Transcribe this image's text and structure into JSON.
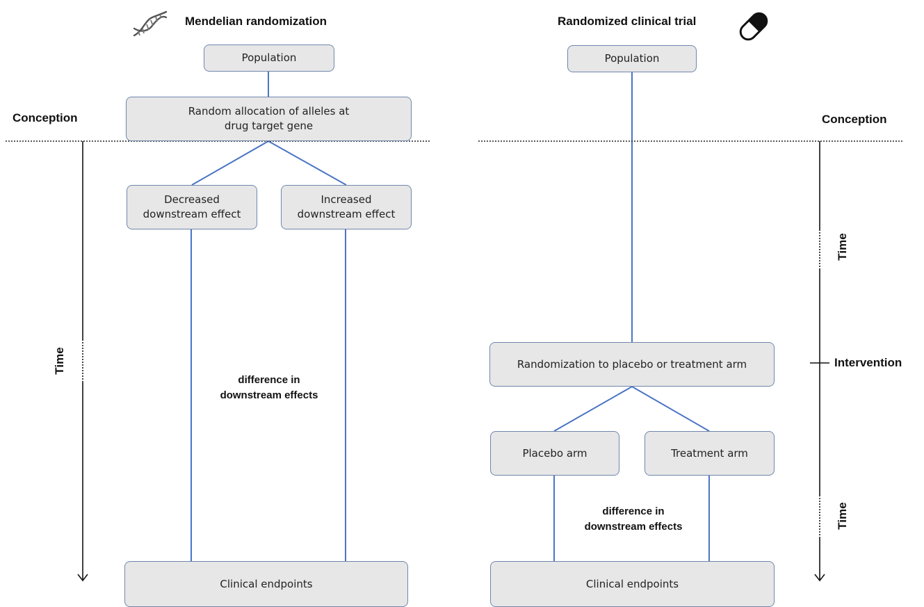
{
  "left": {
    "title": "Mendelian randomization",
    "icon": "dna-icon",
    "population": "Population",
    "allocation": "Random allocation of alleles at\ndrug target gene",
    "decreased": "Decreased\ndownstream effect",
    "increased": "Increased\ndownstream effect",
    "difference": "difference in\ndownstream effects",
    "endpoints": "Clinical endpoints",
    "conception": "Conception",
    "time": "Time"
  },
  "right": {
    "title": "Randomized clinical trial",
    "icon": "pill-capsule-icon",
    "population": "Population",
    "randomization": "Randomization to placebo or treatment arm",
    "placebo": "Placebo arm",
    "treatment": "Treatment arm",
    "difference": "difference in\ndownstream effects",
    "endpoints": "Clinical endpoints",
    "conception": "Conception",
    "time_upper": "Time",
    "intervention": "Intervention",
    "time_lower": "Time"
  },
  "colors": {
    "connector": "#4a74c4",
    "box_fill": "#e7e7e7",
    "box_border": "#6f86ad"
  }
}
